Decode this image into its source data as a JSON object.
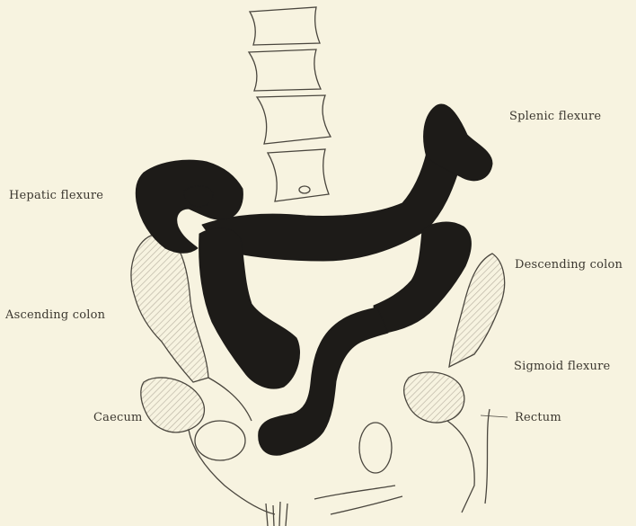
{
  "labels": {
    "splenic_flexure": "Splenic flexure",
    "hepatic_flexure": "Hepatic flexure",
    "descending_colon": "Descending colon",
    "ascending_colon": "Ascending colon",
    "sigmoid_flexure": "Sigmoid flexure",
    "caecum": "Caecum",
    "rectum": "Rectum"
  },
  "colors": {
    "background": "#f7f3e0",
    "colon_fill": "#1d1b18",
    "line": "#4a463e",
    "hatch": "#bdb7a6"
  }
}
